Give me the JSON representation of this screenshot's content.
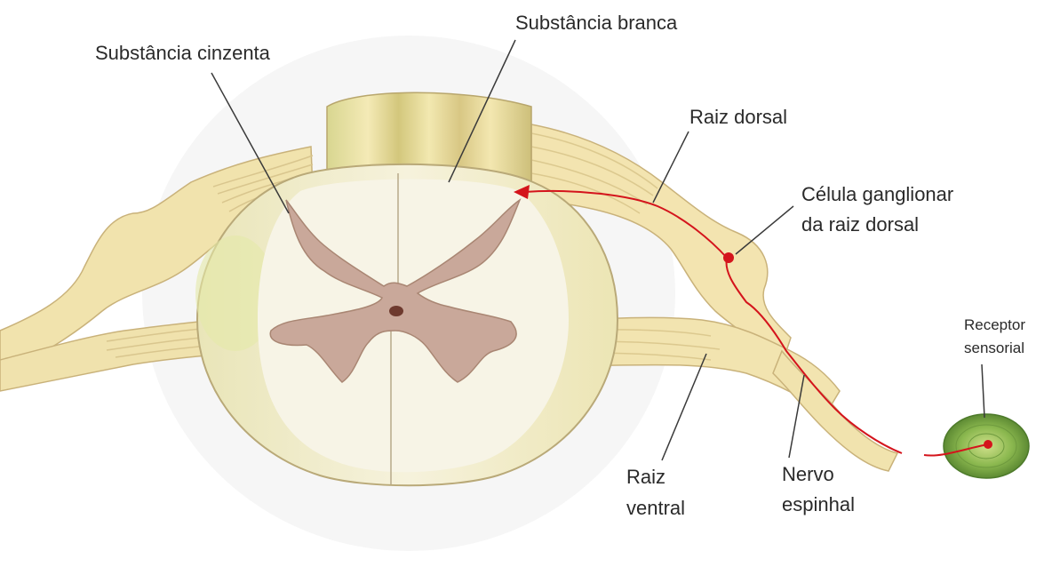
{
  "labels": {
    "white_matter": "Substância branca",
    "gray_matter": "Substância cinzenta",
    "dorsal_root": "Raiz dorsal",
    "ganglion_line1": "Célula ganglionar",
    "ganglion_line2": "da raiz dorsal",
    "receptor_line1": "Receptor",
    "receptor_line2": "sensorial",
    "ventral_line1": "Raiz",
    "ventral_line2": "ventral",
    "nerve_line1": "Nervo",
    "nerve_line2": "espinhal"
  },
  "colors": {
    "nerve_fill": "#f3e4b0",
    "nerve_stroke": "#c9b27a",
    "white_matter": "#f7f4e6",
    "gray_matter": "#c9a89a",
    "signal": "#d4141c",
    "receptor": "#7fae4a"
  }
}
